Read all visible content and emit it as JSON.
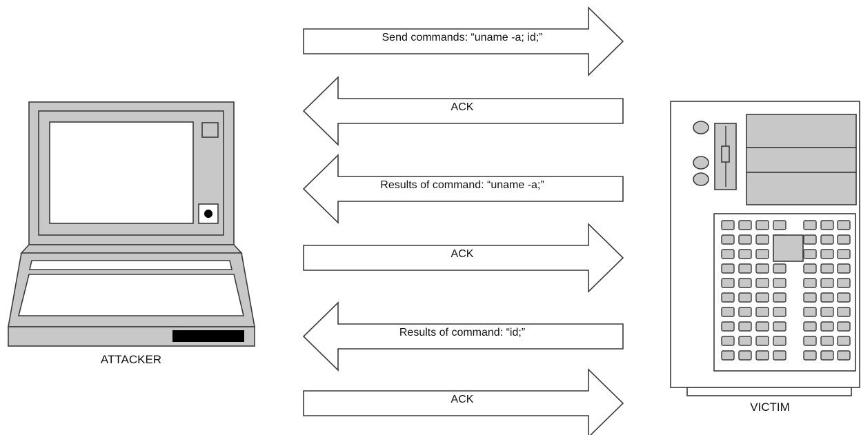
{
  "diagram": {
    "nodes": {
      "attacker": {
        "label": "ATTACKER",
        "icon": "laptop-icon"
      },
      "victim": {
        "label": "VICTIM",
        "icon": "server-tower-icon"
      }
    },
    "messages": [
      {
        "label": "Send commands:  “uname -a; id;”",
        "direction": "right"
      },
      {
        "label": "ACK",
        "direction": "left"
      },
      {
        "label": "Results of command:  “uname -a;”",
        "direction": "left"
      },
      {
        "label": "ACK",
        "direction": "right"
      },
      {
        "label": "Results of command:  “id;”",
        "direction": "left"
      },
      {
        "label": "ACK",
        "direction": "right"
      }
    ],
    "colors": {
      "device_fill": "#c8c8c8",
      "screen_fill": "#ffffff",
      "outline": "#3a3a3a",
      "arrow_fill": "#ffffff"
    }
  }
}
